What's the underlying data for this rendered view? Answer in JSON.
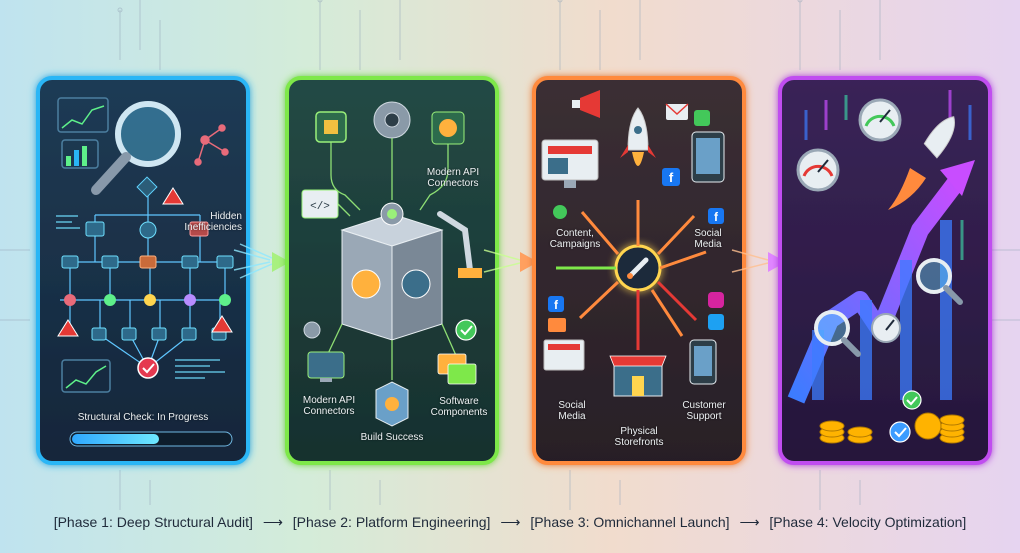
{
  "panels": {
    "audit": {
      "label_hidden": "Hidden\nInefficiencies",
      "label_status": "Structural Check: In Progress",
      "progress": 0.55,
      "color": "#29b6f6"
    },
    "engineering": {
      "label_api_top": "Modern API\nConnectors",
      "label_api_bottom": "Modern API\nConnectors",
      "label_software": "Software\nComponents",
      "label_build": "Build Success",
      "color": "#7ee84a"
    },
    "launch": {
      "label_content": "Content,\nCampaigns",
      "label_social_top": "Social\nMedia",
      "label_social_bottom": "Social\nMedia",
      "label_physical": "Physical\nStorefronts",
      "label_support": "Customer\nSupport",
      "color": "#ff8a3d"
    },
    "velocity": {
      "color": "#c04df0"
    }
  },
  "caption": {
    "phase1": "[Phase 1: Deep Structural Audit]",
    "phase2": "[Phase 2: Platform Engineering]",
    "phase3": "[Phase 3: Omnichannel Launch]",
    "phase4": "[Phase 4: Velocity Optimization]",
    "arrow": "⟶"
  },
  "icons": [
    "magnifier-icon",
    "warning-icon",
    "rocket-icon",
    "gear-icon",
    "robot-arm-icon",
    "megaphone-icon",
    "mail-icon",
    "phone-icon",
    "facebook-icon",
    "instagram-icon",
    "twitter-icon",
    "storefront-icon",
    "monitor-icon",
    "chip-icon",
    "code-icon",
    "speedometer-icon",
    "coin-icon",
    "checkmark-icon"
  ]
}
